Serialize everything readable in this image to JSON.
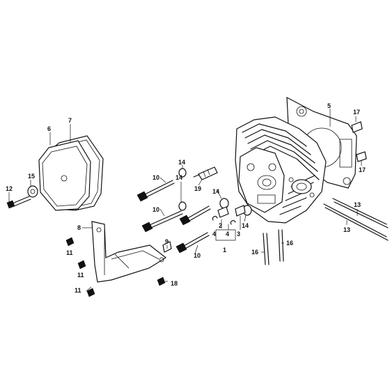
{
  "parts": {
    "p1": "1",
    "p2": "2",
    "p3": "3",
    "p4a": "4",
    "p4b": "4",
    "p5": "5",
    "p6": "6",
    "p7": "7",
    "p8": "8",
    "p9": "9",
    "p10a": "10",
    "p10b": "10",
    "p10c": "10",
    "p11a": "11",
    "p11b": "11",
    "p11c": "11",
    "p12": "12",
    "p13a": "13",
    "p13b": "13",
    "p14a": "14",
    "p14b": "14",
    "p14c": "14",
    "p14d": "14",
    "p15": "15",
    "p16a": "16",
    "p16b": "16",
    "p17a": "17",
    "p17b": "17",
    "p18": "18",
    "p19": "19"
  }
}
